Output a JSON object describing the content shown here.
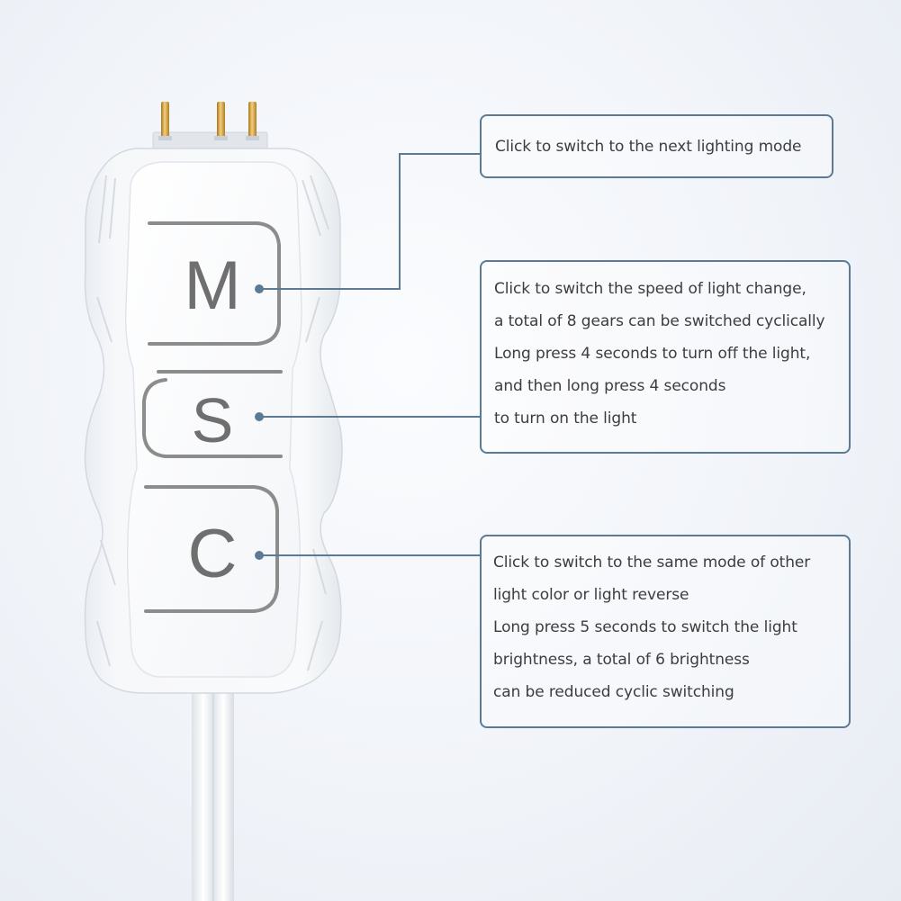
{
  "device": {
    "buttons": [
      {
        "letter": "M"
      },
      {
        "letter": "S"
      },
      {
        "letter": "C"
      }
    ]
  },
  "callouts": [
    {
      "id": "m",
      "lines": [
        "Click to switch to the next lighting mode"
      ]
    },
    {
      "id": "s",
      "lines": [
        "Click to switch the speed of light change,",
        "a total of 8 gears can be switched cyclically",
        "Long press 4 seconds to turn off the light,",
        "and then long press 4 seconds",
        "to turn on the light"
      ]
    },
    {
      "id": "c",
      "lines": [
        "Click to switch to the same mode of other",
        "light color or light reverse",
        "Long press 5 seconds to switch the light",
        "brightness, a total of 6 brightness",
        "can be reduced cyclic switching"
      ]
    }
  ],
  "colors": {
    "accent": "#5c7a94",
    "text": "#3d3d3d",
    "button_outline": "#8a8a8a",
    "pin_gold": "#d9a441"
  }
}
